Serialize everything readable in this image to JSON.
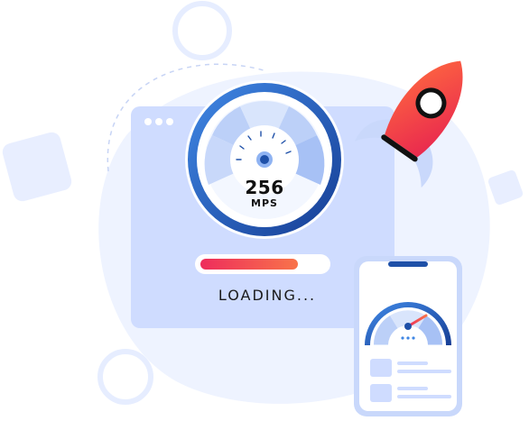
{
  "speedometer": {
    "value": "256",
    "unit": "MPS"
  },
  "loading": {
    "label": "LOADING...",
    "progress": 0.78
  },
  "colors": {
    "accent_red": "#ef2f5a",
    "accent_orange": "#f8734a",
    "blue_dark": "#1e50a8",
    "blue_mid": "#3f86e3",
    "panel": "#cfdcff",
    "blob": "#eef3ff"
  },
  "icons": {
    "rocket": "rocket-icon",
    "speedometer": "speedometer-icon",
    "phone": "smartphone-icon"
  }
}
